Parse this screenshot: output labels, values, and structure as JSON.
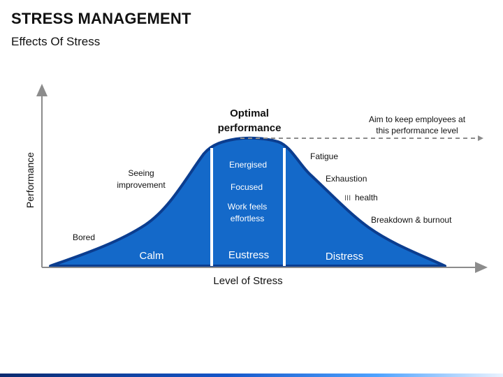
{
  "header": {
    "title": "STRESS MANAGEMENT",
    "subtitle": "Effects Of Stress"
  },
  "diagram": {
    "axis_y_label": "Performance",
    "axis_x_label": "Level of Stress",
    "peak_label_line1": "Optimal",
    "peak_label_line2": "performance",
    "note_line1": "Aim to keep employees at",
    "note_line2": "this performance level",
    "left_annotations": {
      "bored": "Bored",
      "seeing_line1": "Seeing",
      "seeing_line2": "improvement"
    },
    "right_annotations": {
      "fatigue": "Fatigue",
      "exhaustion": "Exhaustion",
      "ill_health_prefix": "III",
      "ill_health_word": "health",
      "breakdown": "Breakdown & burnout"
    },
    "zones": {
      "calm": "Calm",
      "eustress": "Eustress",
      "distress": "Distress"
    },
    "eustress_items": {
      "energised": "Energised",
      "focused": "Focused",
      "work_line1": "Work feels",
      "work_line2": "effortless"
    },
    "colors": {
      "fill": "#1469c9",
      "outline": "#0b3d8f",
      "divider": "#ffffff",
      "axis": "#8c8c8c",
      "dashed": "#8c8c8c"
    }
  }
}
